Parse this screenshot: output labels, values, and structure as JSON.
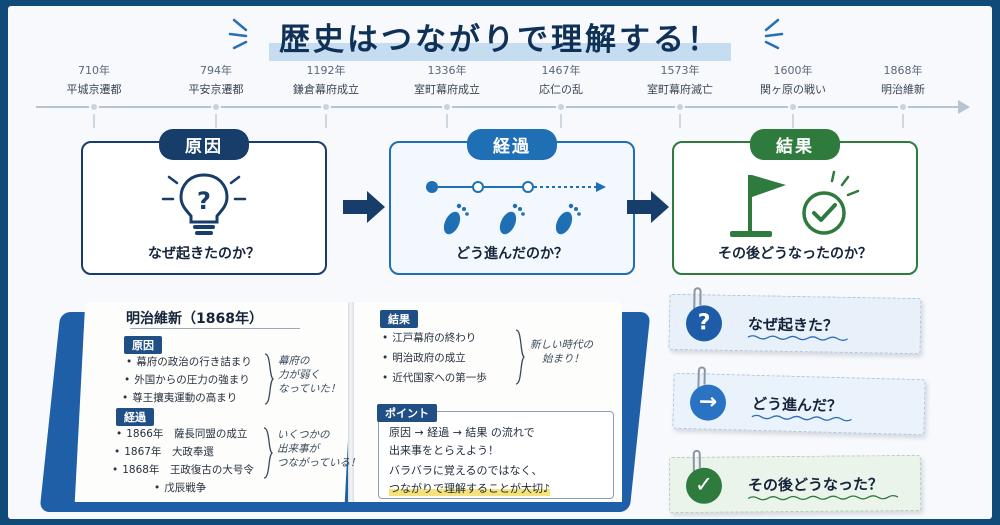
{
  "title": "歴史はつながりで理解する！",
  "timeline": [
    {
      "year": "710年",
      "name": "平城京遷都"
    },
    {
      "year": "794年",
      "name": "平安京遷都"
    },
    {
      "year": "1192年",
      "name": "鎌倉幕府成立"
    },
    {
      "year": "1336年",
      "name": "室町幕府成立"
    },
    {
      "year": "1467年",
      "name": "応仁の乱"
    },
    {
      "year": "1573年",
      "name": "室町幕府滅亡"
    },
    {
      "year": "1600年",
      "name": "関ヶ原の戦い"
    },
    {
      "year": "1868年",
      "name": "明治維新"
    }
  ],
  "stages": {
    "cause": {
      "label": "原因",
      "question": "なぜ起きたのか？",
      "icon": "lightbulb-question-icon"
    },
    "process": {
      "label": "経過",
      "question": "どう進んだのか？",
      "icon": "footsteps-icon"
    },
    "result": {
      "label": "結果",
      "question": "その後どうなったのか？",
      "icon": "flag-check-icon"
    }
  },
  "book": {
    "title": "明治維新（1868年）",
    "cause_tag": "原因",
    "causes": [
      "幕府の政治の行き詰まり",
      "外国からの圧力の強まり",
      "尊王攘夷運動の高まり"
    ],
    "cause_note": [
      "幕府の",
      "力が弱く",
      "なっていた！"
    ],
    "process_tag": "経過",
    "process": [
      {
        "year": "1866年",
        "event": "薩長同盟の成立"
      },
      {
        "year": "1867年",
        "event": "大政奉還"
      },
      {
        "year": "1868年",
        "event": "王政復古の大号令"
      }
    ],
    "process_extra": "戊辰戦争",
    "process_note": [
      "いくつかの",
      "出来事が",
      "つながっている！"
    ],
    "result_tag": "結果",
    "results": [
      "江戸幕府の終わり",
      "明治政府の成立",
      "近代国家への第一歩"
    ],
    "result_note": [
      "新しい時代の",
      "始まり！"
    ],
    "point_tag": "ポイント",
    "point_lines": [
      "原因 → 経過 → 結果 の流れで",
      "出来事をとらえよう！",
      "バラバラに覚えるのではなく、",
      "つながりで理解することが大切♪"
    ]
  },
  "cards": [
    {
      "text": "なぜ起きた？",
      "icon": "question-icon",
      "symbol": "?"
    },
    {
      "text": "どう進んだ？",
      "icon": "arrow-right-icon",
      "symbol": "→"
    },
    {
      "text": "その後どうなった？",
      "icon": "check-icon",
      "symbol": "✓"
    }
  ],
  "colors": {
    "navy": "#173d6a",
    "blue": "#1f6fb5",
    "green": "#2f7a3d",
    "frame": "#0f4a78"
  }
}
